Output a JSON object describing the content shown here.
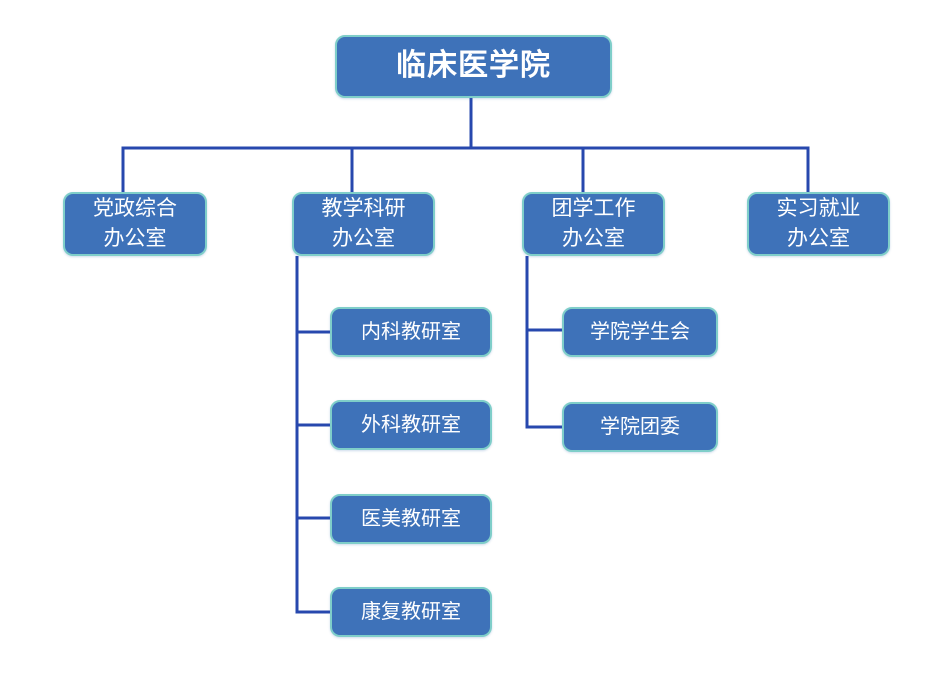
{
  "colors": {
    "node_fill": "#3E72B9",
    "node_border": "#7FCEC9",
    "connector": "#2748AE",
    "node_text": "#FFFFFF",
    "background": "#FFFFFF"
  },
  "org": {
    "root": {
      "label": "临床医学院"
    },
    "level2": [
      {
        "label": "党政综合\n办公室"
      },
      {
        "label": "教学科研\n办公室",
        "children": [
          "内科教研室",
          "外科教研室",
          "医美教研室",
          "康复教研室"
        ]
      },
      {
        "label": "团学工作\n办公室",
        "children": [
          "学院学生会",
          "学院团委"
        ]
      },
      {
        "label": "实习就业\n办公室"
      }
    ]
  }
}
